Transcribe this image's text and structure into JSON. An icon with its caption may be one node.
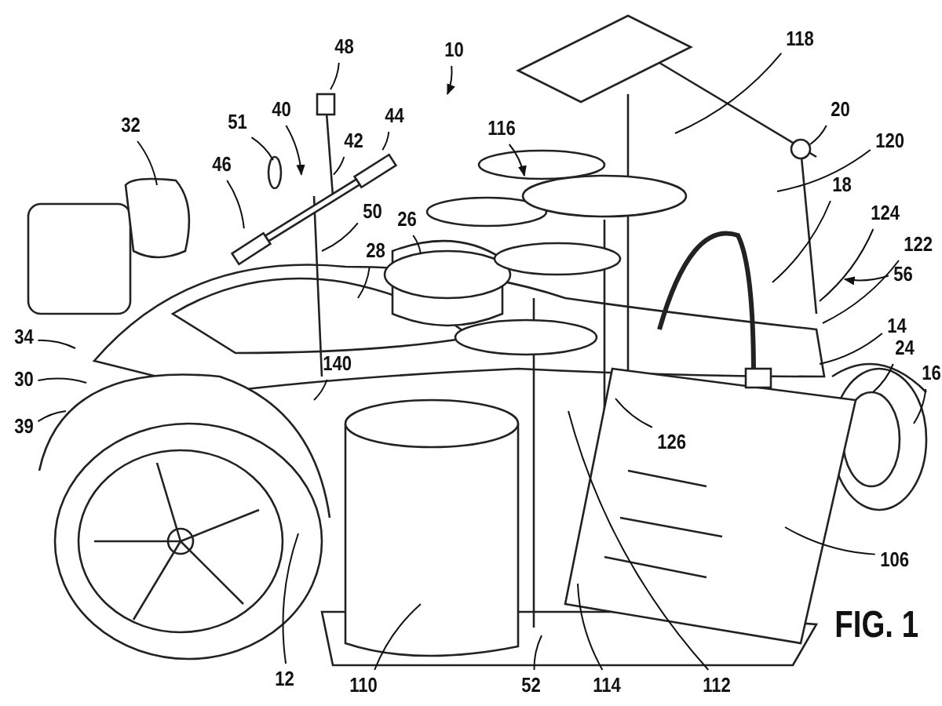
{
  "diagram": {
    "nodes": [
      {
        "text": [
          "10"
        ]
      },
      {
        "text": [
          "48"
        ]
      },
      {
        "text": [
          "51"
        ]
      },
      {
        "text": [
          "40"
        ]
      },
      {
        "text": [
          "42"
        ]
      },
      {
        "text": [
          "44"
        ]
      },
      {
        "text": [
          "46"
        ]
      },
      {
        "text": [
          "32"
        ]
      },
      {
        "text": [
          "50"
        ]
      },
      {
        "text": [
          "26"
        ]
      },
      {
        "text": [
          "28"
        ]
      },
      {
        "text": [
          "116"
        ]
      },
      {
        "text": [
          "118"
        ]
      },
      {
        "text": [
          "20"
        ]
      },
      {
        "text": [
          "120"
        ]
      },
      {
        "text": [
          "18"
        ]
      },
      {
        "text": [
          "124"
        ]
      },
      {
        "text": [
          "122"
        ]
      },
      {
        "text": [
          "56"
        ]
      },
      {
        "text": [
          "14"
        ]
      },
      {
        "text": [
          "24"
        ]
      },
      {
        "text": [
          "16"
        ]
      },
      {
        "text": [
          "34"
        ]
      },
      {
        "text": [
          "30"
        ]
      },
      {
        "text": [
          "39"
        ]
      },
      {
        "text": [
          "140"
        ]
      },
      {
        "text": [
          "126"
        ]
      },
      {
        "text": [
          "106"
        ]
      },
      {
        "text": [
          "12"
        ]
      },
      {
        "text": [
          "110"
        ]
      },
      {
        "text": [
          "52"
        ]
      },
      {
        "text": [
          "114"
        ]
      },
      {
        "text": [
          "112"
        ]
      },
      {
        "text": [],
        "shape": "box"
      },
      {
        "text": [],
        "shape": "bar"
      },
      {
        "text": [],
        "shape": "bar"
      },
      {
        "text": [],
        "shape": "bar"
      }
    ],
    "edges": [
      {
        "from": 0,
        "to": null,
        "arrow": "to"
      },
      {
        "from": 1,
        "to": 33,
        "arrow": "none"
      },
      {
        "from": 2,
        "to": null,
        "arrow": "none"
      },
      {
        "from": 3,
        "to": 35,
        "arrow": "to"
      },
      {
        "from": 4,
        "to": 35,
        "arrow": "none"
      },
      {
        "from": 5,
        "to": 34,
        "arrow": "none"
      },
      {
        "from": 6,
        "to": 36,
        "arrow": "none"
      },
      {
        "from": 7,
        "to": null,
        "arrow": "none"
      },
      {
        "from": 8,
        "to": null,
        "arrow": "none"
      },
      {
        "from": 9,
        "to": null,
        "arrow": "none"
      },
      {
        "from": 10,
        "to": null,
        "arrow": "none"
      },
      {
        "from": 11,
        "to": null,
        "arrow": "to"
      },
      {
        "from": 12,
        "to": null,
        "arrow": "none"
      },
      {
        "from": 13,
        "to": null,
        "arrow": "none"
      },
      {
        "from": 14,
        "to": null,
        "arrow": "none"
      },
      {
        "from": 15,
        "to": null,
        "arrow": "none"
      },
      {
        "from": 16,
        "to": null,
        "arrow": "none"
      },
      {
        "from": 17,
        "to": null,
        "arrow": "none"
      },
      {
        "from": 18,
        "to": null,
        "arrow": "to"
      },
      {
        "from": 19,
        "to": null,
        "arrow": "none"
      },
      {
        "from": 20,
        "to": null,
        "arrow": "none"
      },
      {
        "from": 21,
        "to": null,
        "arrow": "none"
      },
      {
        "from": 22,
        "to": null,
        "arrow": "none"
      },
      {
        "from": 23,
        "to": null,
        "arrow": "none"
      },
      {
        "from": 24,
        "to": null,
        "arrow": "none"
      },
      {
        "from": 25,
        "to": null,
        "arrow": "none"
      },
      {
        "from": 26,
        "to": null,
        "arrow": "none"
      },
      {
        "from": 27,
        "to": null,
        "arrow": "none"
      },
      {
        "from": 28,
        "to": null,
        "arrow": "none"
      },
      {
        "from": 29,
        "to": null,
        "arrow": "none"
      },
      {
        "from": 30,
        "to": null,
        "arrow": "none"
      },
      {
        "from": 31,
        "to": null,
        "arrow": "none"
      },
      {
        "from": 32,
        "to": null,
        "arrow": "none"
      }
    ],
    "labels": [
      "FIG. 1"
    ]
  }
}
